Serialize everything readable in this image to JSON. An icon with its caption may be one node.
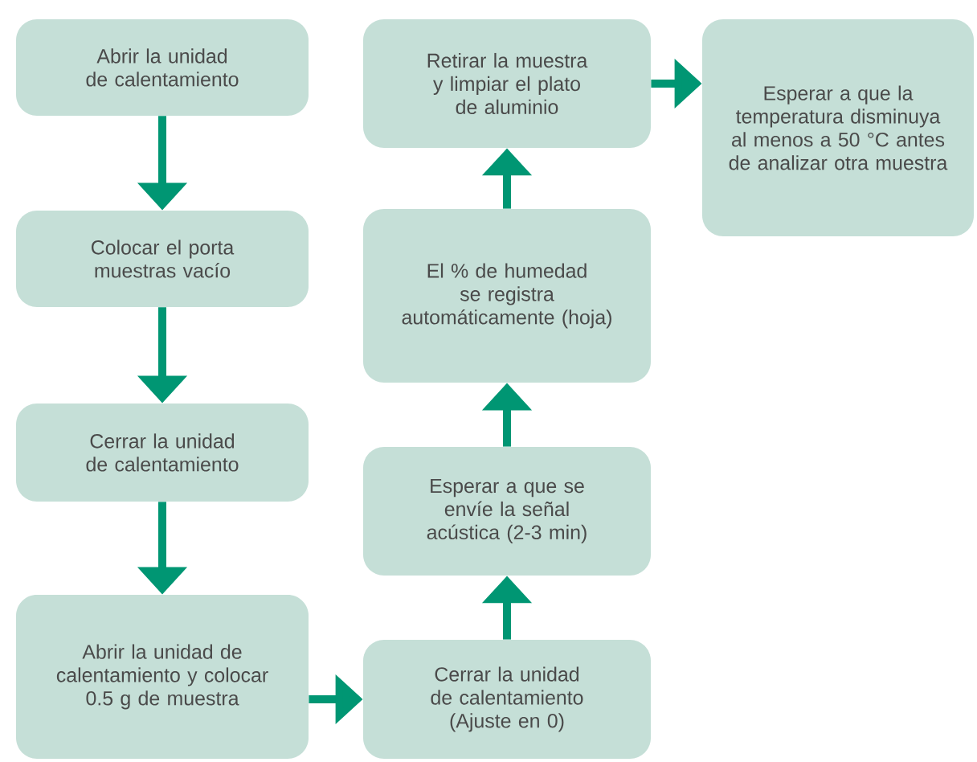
{
  "diagram": {
    "nodes": [
      {
        "text": [
          "Abrir la unidad de calentamiento"
        ]
      },
      {
        "text": [
          "Colocar el porta muestras vacío"
        ]
      },
      {
        "text": [
          "Cerrar la unidad de calentamiento"
        ]
      },
      {
        "text": [
          "Abrir la unidad de calentamiento y colocar 0.5 g de muestra"
        ]
      },
      {
        "text": [
          "Cerrar la unidad de calentamiento (Ajuste en 0)"
        ]
      },
      {
        "text": [
          "Esperar a que se envíe la señal acústica (2-3 min)"
        ]
      },
      {
        "text": [
          "El % de humedad se registra automáticamente (hoja)"
        ]
      },
      {
        "text": [
          "Retirar la muestra y limpiar el plato de aluminio"
        ]
      },
      {
        "text": [
          "Esperar a que la temperatura disminuya al menos a 50 °C antes de analizar otra muestra"
        ]
      }
    ],
    "edges": [
      {
        "from": 0,
        "to": 1,
        "arrow": "to"
      },
      {
        "from": 1,
        "to": 2,
        "arrow": "to"
      },
      {
        "from": 2,
        "to": 3,
        "arrow": "to"
      },
      {
        "from": 3,
        "to": 4,
        "arrow": "to"
      },
      {
        "from": 4,
        "to": 5,
        "arrow": "to"
      },
      {
        "from": 5,
        "to": 6,
        "arrow": "to"
      },
      {
        "from": 6,
        "to": 7,
        "arrow": "to"
      },
      {
        "from": 7,
        "to": 8,
        "arrow": "to"
      }
    ]
  }
}
